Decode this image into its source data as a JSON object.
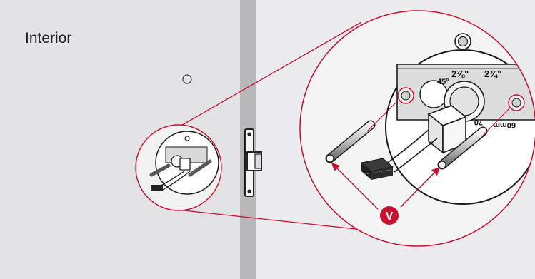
{
  "diagram": {
    "room_label": "Interior",
    "marker_label": "V",
    "scale_labels": {
      "angle_45": "45°",
      "size_2_3_8": "2⅜\"",
      "size_2_3_4": "2¾\"",
      "size_70": "70",
      "size_60mm": "60mm"
    },
    "colors": {
      "door_face": "#e3e3e5",
      "door_edge": "#b8b8bb",
      "background": "#ececef",
      "accent_red": "#c8102e",
      "line_dark": "#1a1a1a"
    }
  }
}
